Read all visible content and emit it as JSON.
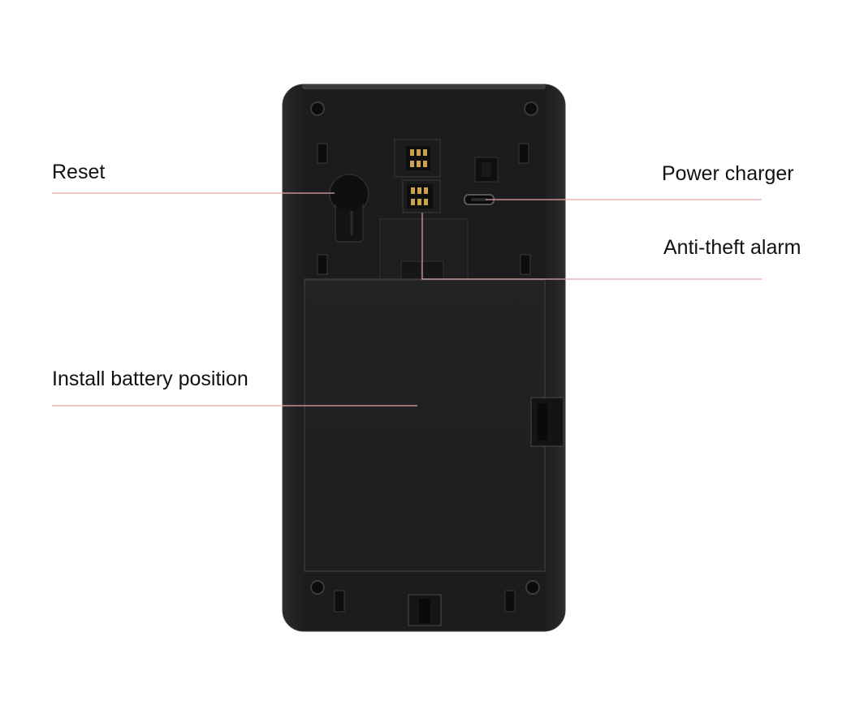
{
  "labels": {
    "reset": "Reset",
    "power_charger": "Power charger",
    "anti_theft_alarm": "Anti-theft alarm",
    "install_battery_position": "Install battery position"
  },
  "colors": {
    "device_body": "#1b1b1d",
    "battery_cover": "#1f1f21",
    "leader_line": "#e0a7a4",
    "contact_pin": "#c9a24a",
    "label_text": "#111111"
  }
}
